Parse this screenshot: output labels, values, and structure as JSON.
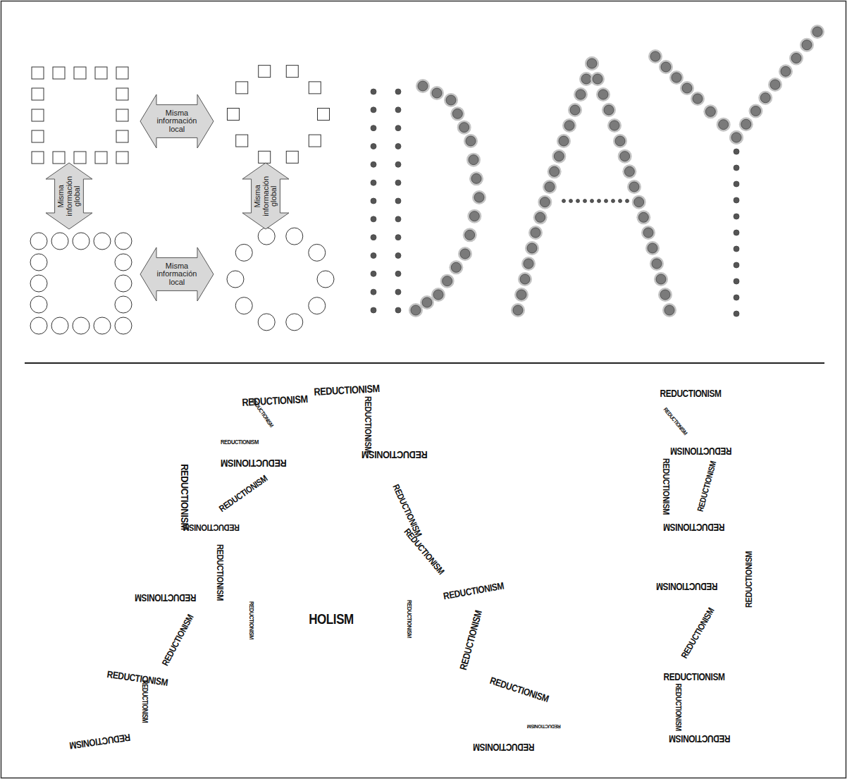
{
  "diagram": {
    "nodes": [
      {
        "text": [
          "Misma información local"
        ]
      },
      {
        "text": [
          "Misma información global"
        ]
      },
      {
        "text": [
          "Misma información global"
        ]
      },
      {
        "text": [
          "Misma información local"
        ]
      }
    ],
    "labels": [
      "REDUCTIONISM",
      "REDUCTIONISM",
      "REDUCTIONISM",
      "REDUCTIONISM",
      "REDUCTIONISM",
      "REDUCTIONISM",
      "REDUCTIONISM",
      "REDUCTIONISM",
      "REDUCTIONISM",
      "REDUCTIONISM",
      "REDUCTIONISM",
      "REDUCTIONISM",
      "REDUCTIONISM",
      "REDUCTIONISM",
      "REDUCTIONISM",
      "REDUCTIONISM",
      "HOLISM",
      "REDUCTIONISM",
      "REDUCTIONISM",
      "REDUCTIONISM",
      "REDUCTIONISM",
      "REDUCTIONISM",
      "REDUCTIONISM",
      "REDUCTIONISM",
      "REDUCTIONISM",
      "REDUCTIONISM",
      "REDUCTIONISM",
      "REDUCTIONISM",
      "REDUCTIONISM",
      "REDUCTIONISM",
      "REDUCTIONISM",
      "REDUCTIONISM",
      "REDUCTIONISM",
      "REDUCTIONISM",
      "REDUCTIONISM",
      "REDUCTIONISM",
      "REDUCTIONISM",
      "REDUCTIONISM"
    ]
  }
}
